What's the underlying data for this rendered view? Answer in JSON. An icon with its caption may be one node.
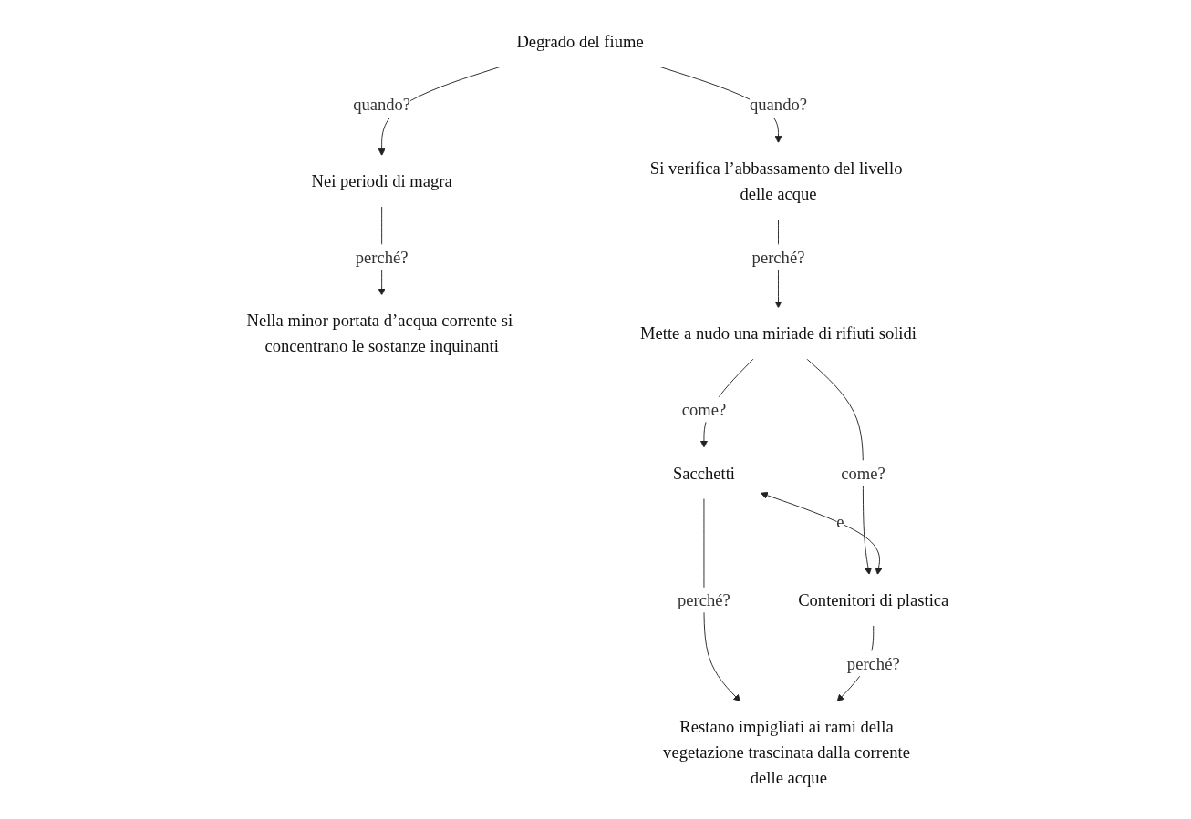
{
  "diagram": {
    "nodes": [
      {
        "text": [
          "Degrado del fiume"
        ]
      },
      {
        "text": [
          "Nei periodi di magra"
        ]
      },
      {
        "text": [
          "Si verifica l’abbassamento del livello delle acque"
        ]
      },
      {
        "text": [
          "Nella minor portata d’acqua corrente si concentrano le sostanze inquinanti"
        ]
      },
      {
        "text": [
          "Mette a nudo una miriade di rifiuti solidi"
        ]
      },
      {
        "text": [
          "Sacchetti"
        ]
      },
      {
        "text": [
          "Contenitori di plastica"
        ]
      },
      {
        "text": [
          "Restano impigliati ai rami della vegetazione trascinata dalla corrente delle acque"
        ]
      }
    ],
    "edges": [
      {
        "from": 0,
        "to": 1,
        "arrow": "to",
        "label": "quando?"
      },
      {
        "from": 0,
        "to": 2,
        "arrow": "to",
        "label": "quando?"
      },
      {
        "from": 1,
        "to": 3,
        "arrow": "to",
        "label": "perché?"
      },
      {
        "from": 2,
        "to": 4,
        "arrow": "to",
        "label": "perché?"
      },
      {
        "from": 4,
        "to": 5,
        "arrow": "to",
        "label": "come?"
      },
      {
        "from": 4,
        "to": 6,
        "arrow": "to",
        "label": "come?"
      },
      {
        "from": 5,
        "to": 6,
        "arrow": "both",
        "label": "e"
      },
      {
        "from": 5,
        "to": 7,
        "arrow": "to",
        "label": "perché?"
      },
      {
        "from": 6,
        "to": 7,
        "arrow": "to",
        "label": "perché?"
      }
    ]
  }
}
